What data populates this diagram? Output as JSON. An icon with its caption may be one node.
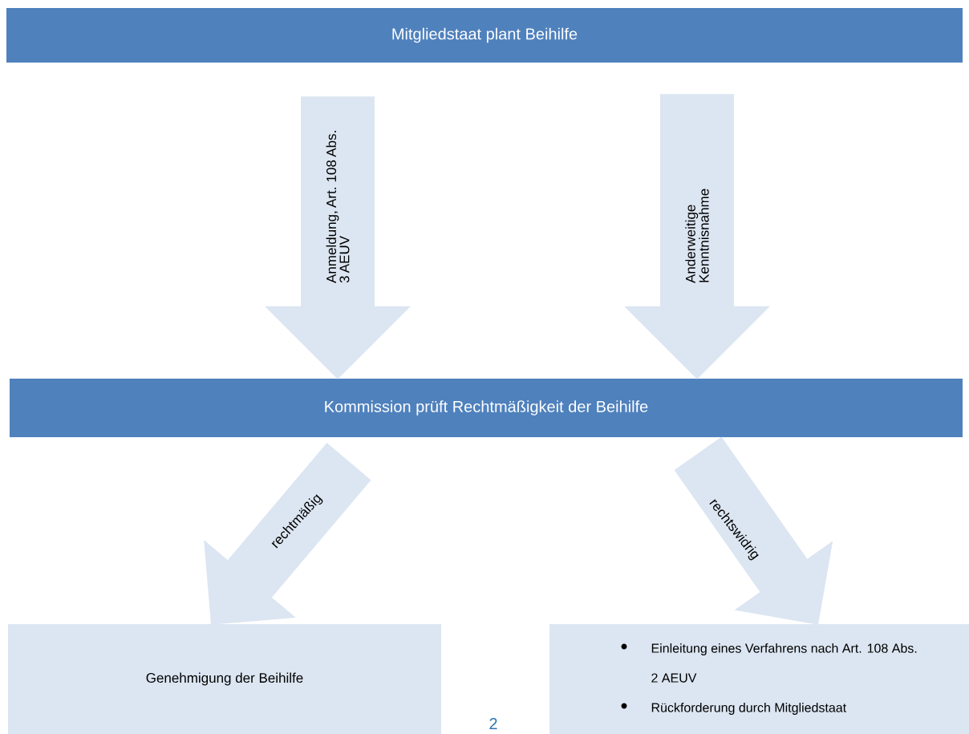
{
  "diagram": {
    "nodes": [
      {
        "text": [
          "Mitgliedstaat plant Beihilfe"
        ]
      },
      {
        "text": [
          "Kommission prüft Rechtmäßigkeit der Beihilfe"
        ]
      },
      {
        "text": [
          "Genehmigung der Beihilfe"
        ]
      },
      {
        "text": [
          "Einleitung eines Verfahrens nach Art. 108 Abs. 2 AEUV",
          "Rückforderung durch Mitgliedstaat"
        ]
      }
    ],
    "edges": [
      {
        "from": 0,
        "to": 1,
        "arrow": "to",
        "label": "Anmeldung, Art. 108 Abs. 3 AEUV"
      },
      {
        "from": 0,
        "to": 1,
        "arrow": "to",
        "label": "Anderweitige Kenntnisnahme"
      },
      {
        "from": 1,
        "to": 2,
        "arrow": "to",
        "label": "rechtmäßig"
      },
      {
        "from": 1,
        "to": 3,
        "arrow": "to",
        "label": "rechtswidrig"
      }
    ],
    "labels": [
      "2"
    ]
  }
}
